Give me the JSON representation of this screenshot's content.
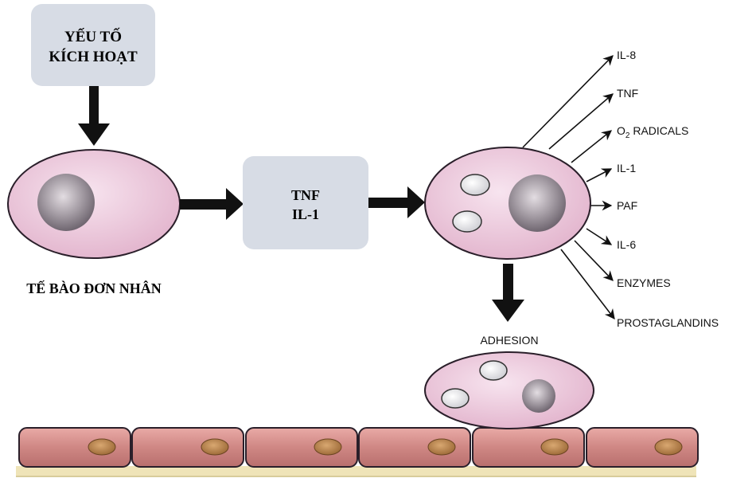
{
  "trigger_box": {
    "line1": "YẾU TỐ",
    "line2": "KÍCH HOẠT"
  },
  "cytokine_box": {
    "line1": "TNF",
    "line2": "IL-1"
  },
  "cell_label": "TẾ BÀO ĐƠN NHÂN",
  "adhesion_label": "ADHESION",
  "mediators": [
    {
      "label": "IL-8"
    },
    {
      "label": "TNF"
    },
    {
      "label": "O",
      "sub": "2",
      "rest": " RADICALS"
    },
    {
      "label": "IL-1"
    },
    {
      "label": "PAF"
    },
    {
      "label": "IL-6"
    },
    {
      "label": "ENZYMES"
    },
    {
      "label": "PROSTAGLANDINS"
    }
  ],
  "colors": {
    "box_fill": "#d7dce5",
    "cell_fill": "#e9bfd6",
    "cell_stroke": "#2a1f2a",
    "nucleus": "#8d8690",
    "endothelium": "#cf8d8a",
    "endo_nucleus": "#b07a45",
    "basement": "#efe4b8",
    "arrow": "#111111"
  }
}
